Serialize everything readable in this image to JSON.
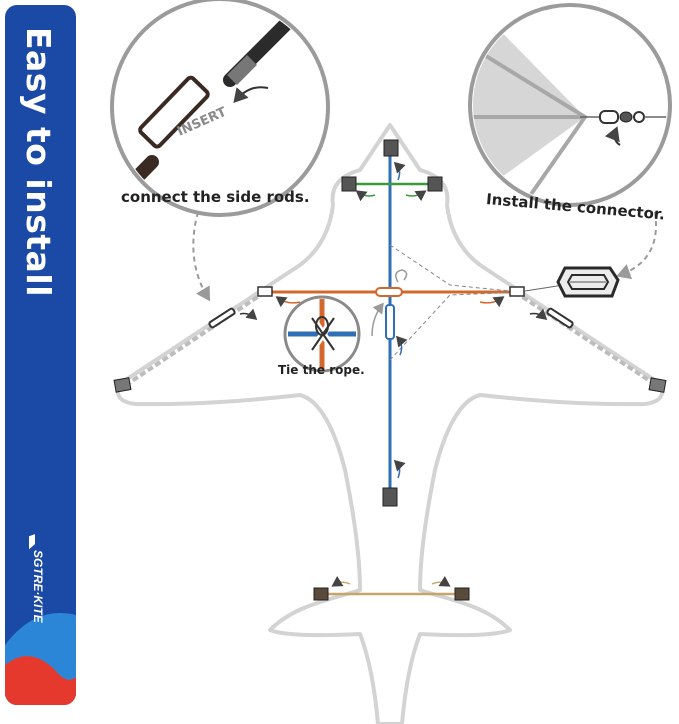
{
  "sidebar": {
    "title": "Easy to install",
    "brand_text": "SGTRE·KITE",
    "bg_color": "#1b4aa6",
    "accent_colors": [
      "#e6392d",
      "#2c86d8"
    ]
  },
  "labels": {
    "side_rods": "connect the side rods.",
    "connector": "Install the connector.",
    "rope": "Tie the rope.",
    "insert": "INSERT"
  },
  "colors": {
    "outline": "#cfcfcf",
    "spine": "#2f6fb5",
    "cross_spar": "#d4682c",
    "head_spar": "#3b9a3b",
    "tail_spar": "#c7a46a",
    "cap": "#555555",
    "rod": "#4a4a4a"
  },
  "icons": [
    "curved-arrow-icon",
    "swivel-connector-icon",
    "line-winder-icon",
    "rope-knot-icon"
  ]
}
